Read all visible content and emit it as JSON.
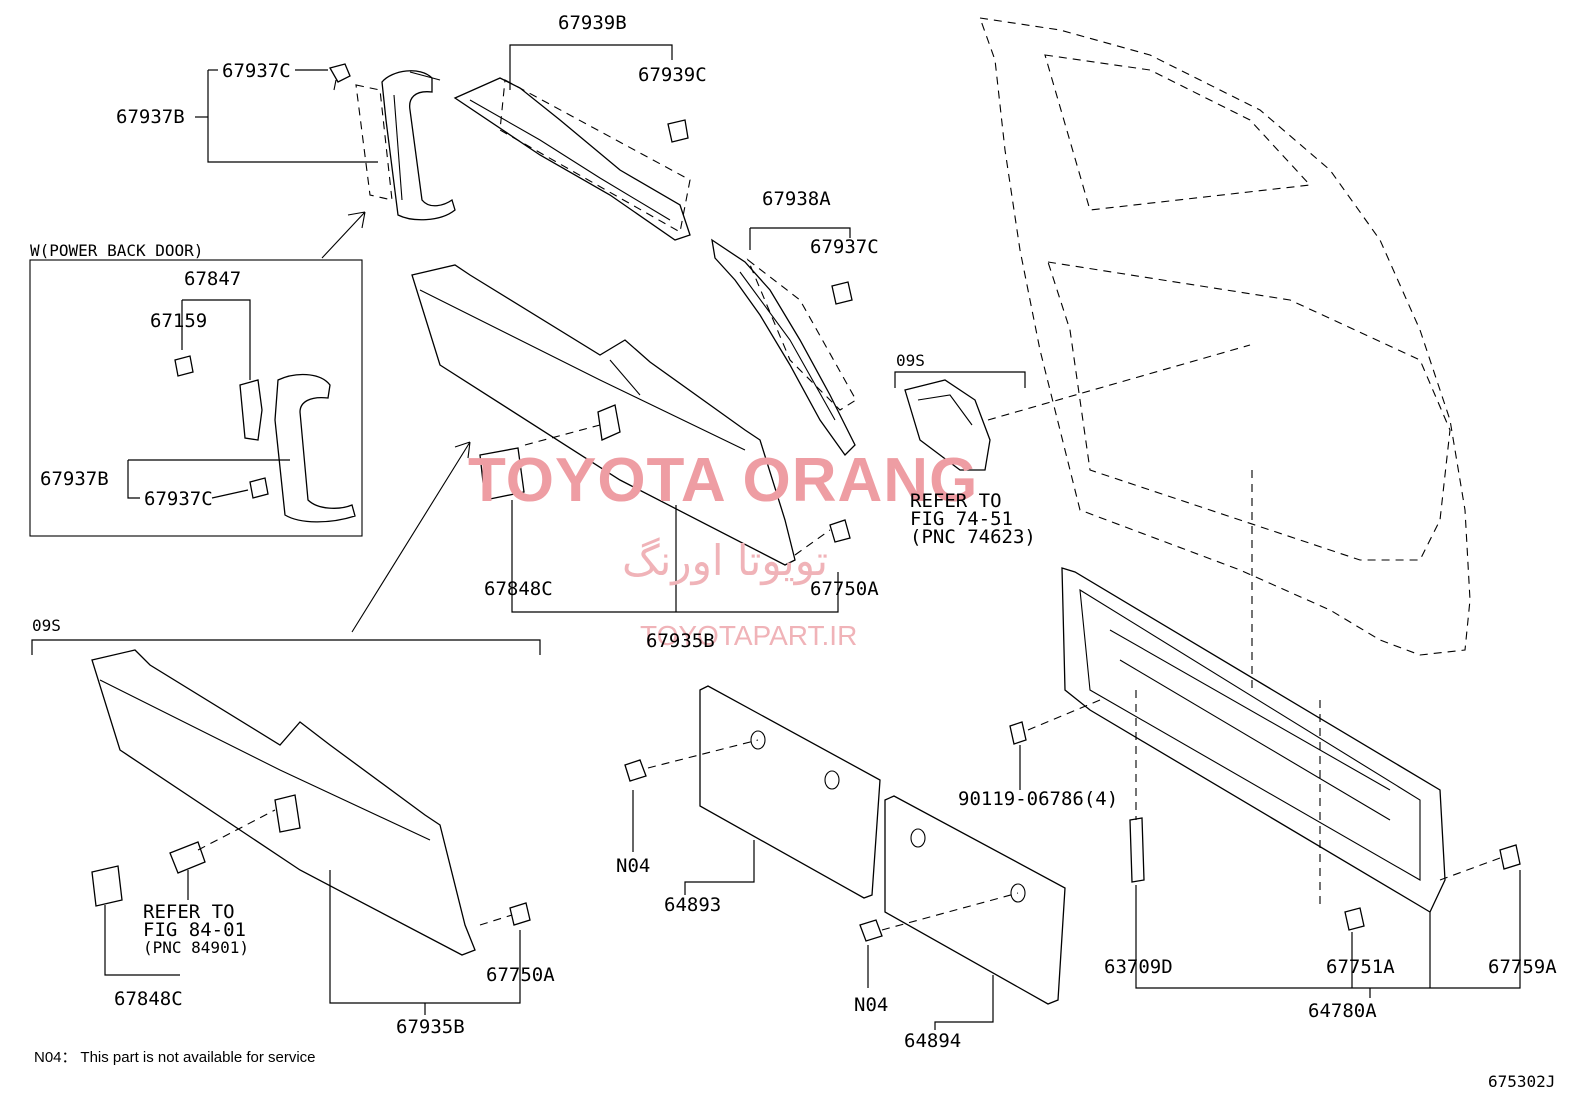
{
  "labels": {
    "p67939B": "67939B",
    "p67939C": "67939C",
    "p67937C_top": "67937C",
    "p67937B_top": "67937B",
    "box_title": "W(POWER BACK DOOR)",
    "p67847": "67847",
    "p67159": "67159",
    "p67937B_box": "67937B",
    "p67937C_box": "67937C",
    "p67938A": "67938A",
    "p67937C_mid": "67937C",
    "s09S_right": "09S",
    "refer74_1": "REFER TO",
    "refer74_2": "FIG 74-51",
    "refer74_3": "(PNC 74623)",
    "p67848C_top": "67848C",
    "p67750A_top": "67750A",
    "p67935B_top": "67935B",
    "s09S_left": "09S",
    "refer84_1": "REFER TO",
    "refer84_2": "FIG 84-01",
    "refer84_3": "(PNC 84901)",
    "p67848C_bot": "67848C",
    "p67750A_bot": "67750A",
    "p67935B_bot": "67935B",
    "n04_a": "N04",
    "p64893": "64893",
    "n04_b": "N04",
    "p64894": "64894",
    "p90119": "90119-06786(4)",
    "p63709D": "63709D",
    "p67751A": "67751A",
    "p67759A": "67759A",
    "p64780A": "64780A",
    "footnote": "N04： This part is not available for service",
    "fig_code": "675302J"
  },
  "watermark": {
    "main": "TOYOTA ORANG",
    "persian": "تویوتا اورنگ",
    "url": "TOYOTAPART.IR"
  },
  "colors": {
    "line": "#000000",
    "watermark": "#ee9da3",
    "background": "#ffffff"
  }
}
